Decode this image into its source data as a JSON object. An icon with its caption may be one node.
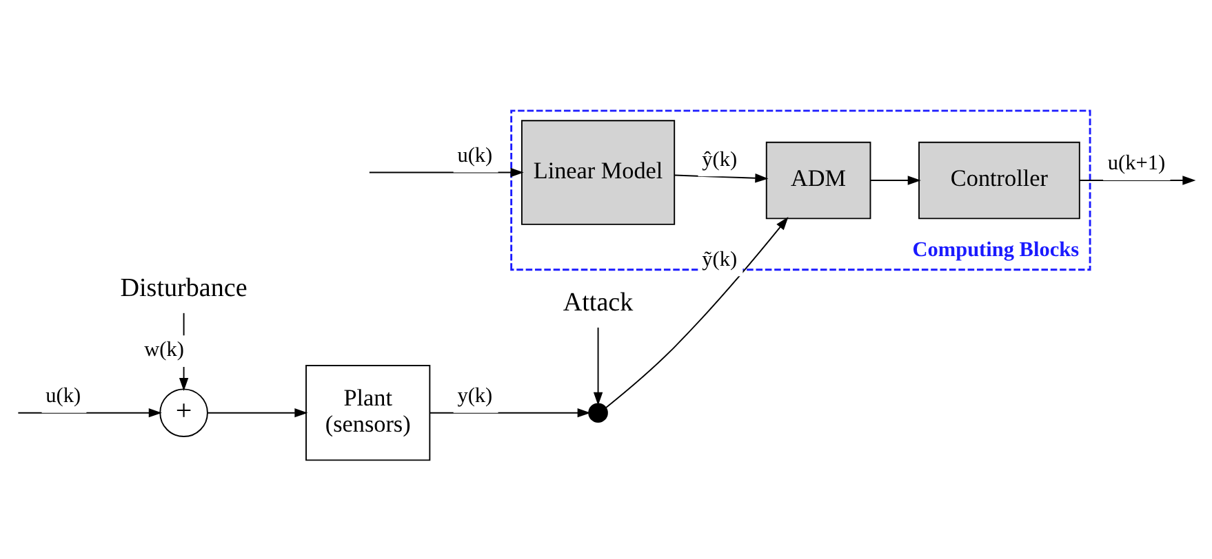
{
  "diagram": {
    "nodes": [
      {
        "text": [
          "Disturbance"
        ]
      },
      {
        "text": [
          "+"
        ]
      },
      {
        "text": [
          "Plant",
          "(sensors)"
        ]
      },
      {
        "text": [
          "Attack"
        ]
      },
      {
        "text": [],
        "shape": "circle"
      },
      {
        "text": [
          "Computing Blocks"
        ]
      },
      {
        "text": [
          "ADM"
        ],
        "in": 5
      },
      {
        "text": [
          "Controller"
        ],
        "in": 5
      },
      {
        "text": [
          "Linear Model"
        ],
        "in": 5
      }
    ],
    "edges": [
      {
        "from": null,
        "to": 1,
        "arrow": "to",
        "label": "u(k)"
      },
      {
        "from": null,
        "to": 8,
        "arrow": "to",
        "label": "u(k)"
      },
      {
        "from": 0,
        "to": 1,
        "arrow": "to",
        "label": "w(k)"
      },
      {
        "from": 1,
        "to": 2,
        "arrow": "to"
      },
      {
        "from": 2,
        "to": 4,
        "arrow": "to",
        "label": "y(k)"
      },
      {
        "from": 3,
        "to": 4,
        "arrow": "to"
      },
      {
        "from": 4,
        "to": 6,
        "arrow": "to",
        "label": "ỹ(k)"
      },
      {
        "from": 8,
        "to": 6,
        "arrow": "to",
        "label": "ŷ(k)"
      },
      {
        "from": 6,
        "to": 7,
        "arrow": "to"
      },
      {
        "from": 7,
        "to": null,
        "arrow": "to",
        "label": "u(k+1)"
      }
    ]
  }
}
